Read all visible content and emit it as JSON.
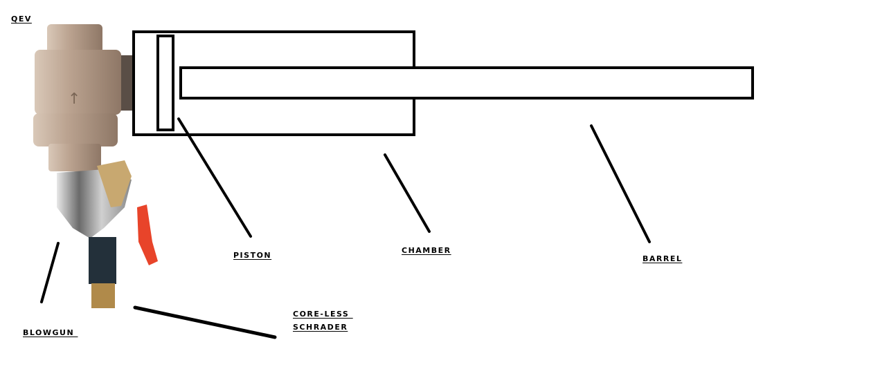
{
  "labels": {
    "qev": "QEV",
    "blowgun": "BLOWGUN ",
    "piston": "PISTON",
    "chamber": "CHAMBER",
    "barrel": "BARREL",
    "schrader_line1": "CORE-LESS ",
    "schrader_line2": "SCHRADER"
  },
  "colors": {
    "bronze": "#b89e88",
    "chrome": "#9a9a9a",
    "hose": "#23303a",
    "brass": "#b08a4a",
    "lever": "#e8442a",
    "trigger": "#c8a870"
  }
}
